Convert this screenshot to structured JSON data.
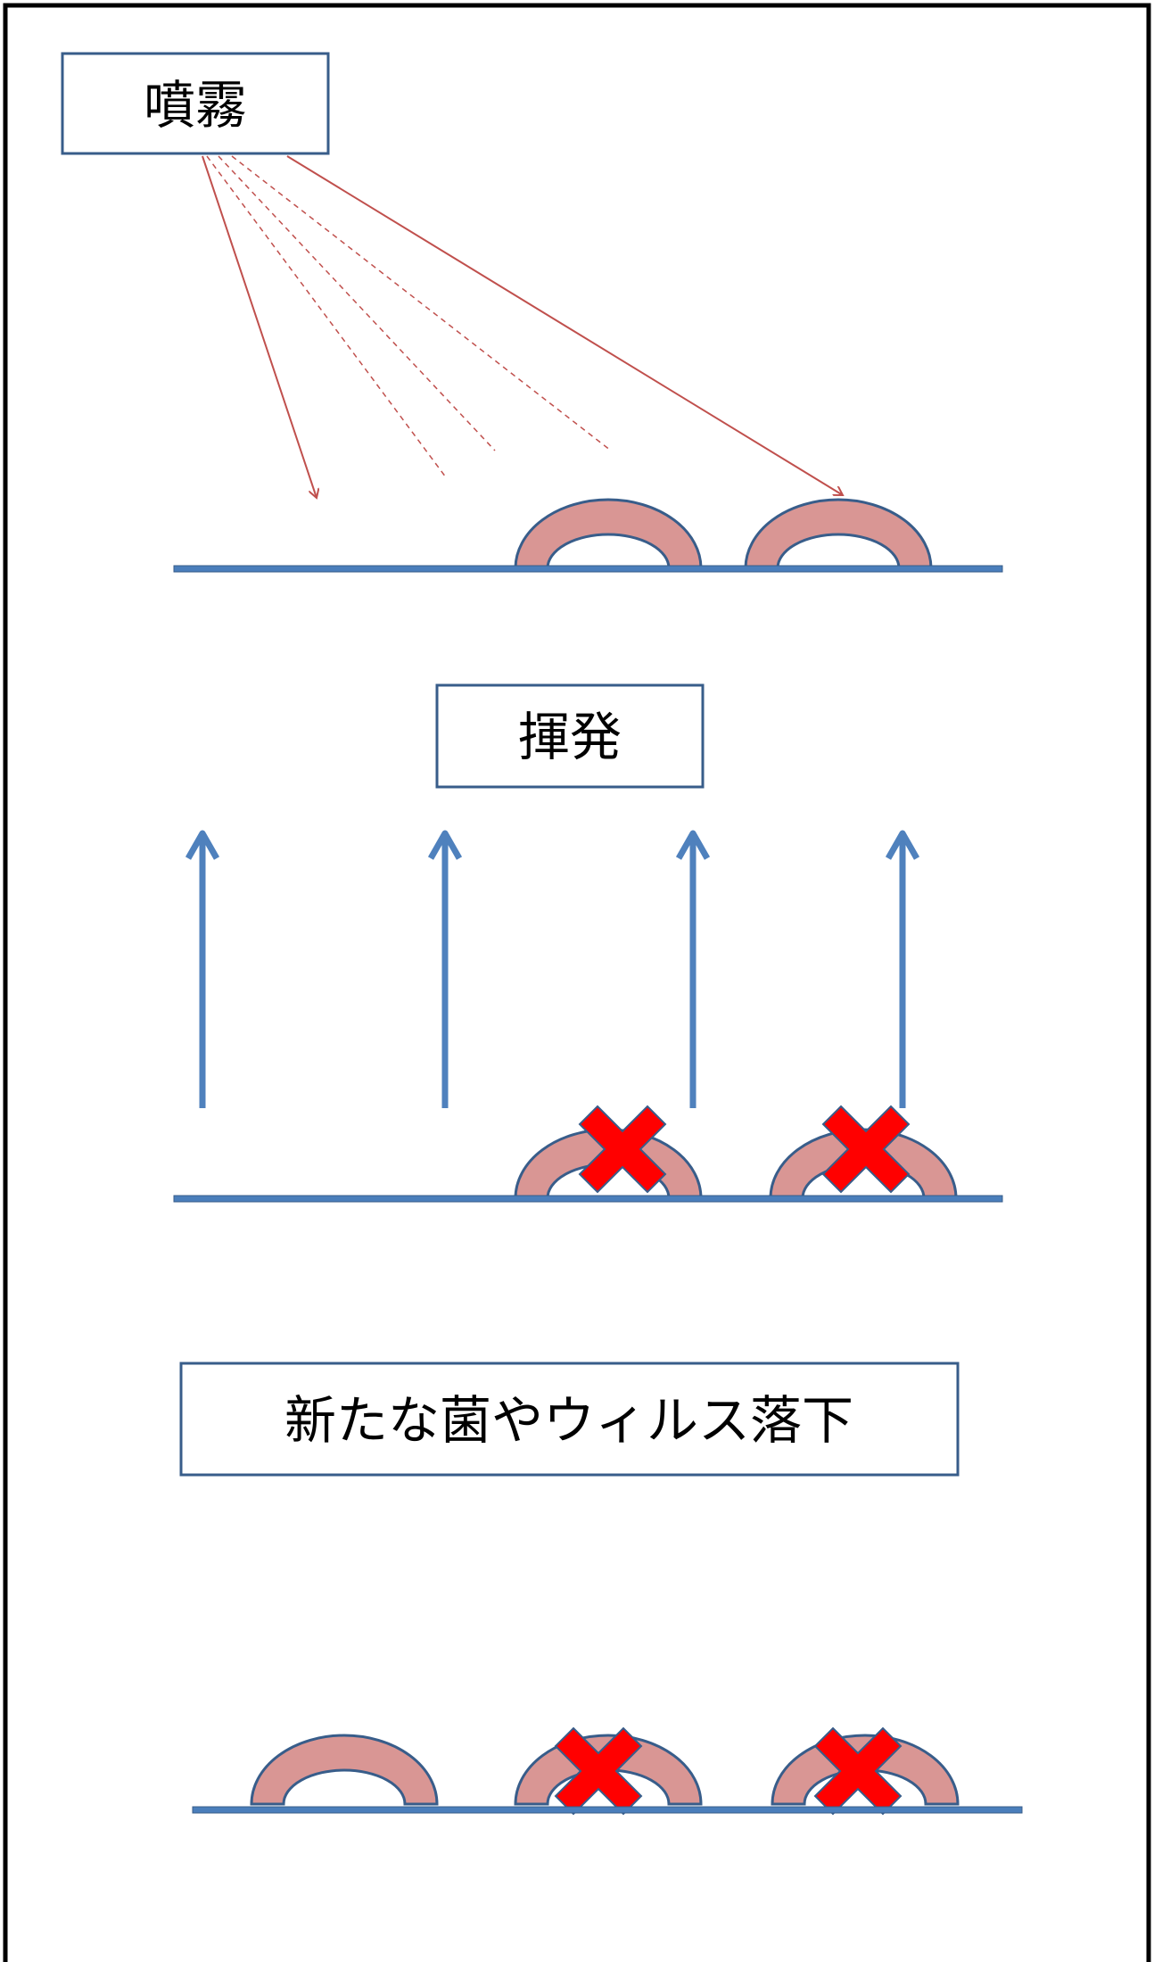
{
  "stages": [
    {
      "label": "噴霧"
    },
    {
      "label": "揮発"
    },
    {
      "label": "新たな菌やウィルス落下"
    }
  ],
  "colors": {
    "frame": "#000000",
    "label_border": "#385d8a",
    "surface_line": "#4a7ebb",
    "microbe_fill": "#d99694",
    "microbe_stroke": "#385d8a",
    "spray_arrow": "#c0504d",
    "vapor_arrow": "#4f81bd",
    "cross_mark": "#ff0000"
  }
}
